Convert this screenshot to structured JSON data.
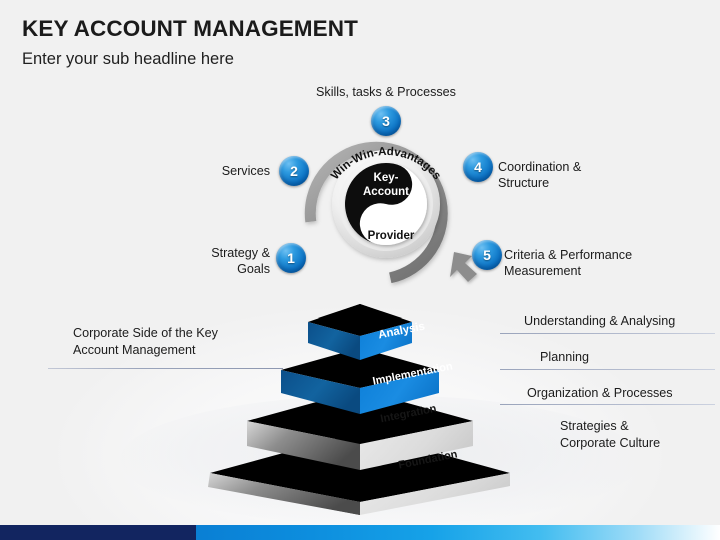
{
  "header": {
    "title": "KEY ACCOUNT MANAGEMENT",
    "subtitle": "Enter your sub headline here"
  },
  "circle": {
    "curved_label": "Win-Win-Advantages",
    "center_top": "Key-\nAccount",
    "center_top_line1": "Key-",
    "center_top_line2": "Account",
    "center_bottom": "Provider",
    "steps": [
      {
        "number": "1",
        "label": "Strategy &\nGoals",
        "label_line1": "Strategy &",
        "label_line2": "Goals",
        "side": "left"
      },
      {
        "number": "2",
        "label": "Services",
        "label_line1": "Services",
        "label_line2": "",
        "side": "left"
      },
      {
        "number": "3",
        "label": "Skills,  tasks & Processes",
        "label_line1": "Skills,  tasks & Processes",
        "label_line2": "",
        "side": "top"
      },
      {
        "number": "4",
        "label": "Coordination &\nStructure",
        "label_line1": "Coordination &",
        "label_line2": "Structure",
        "side": "right"
      },
      {
        "number": "5",
        "label": "Criteria & Performance\nMeasurement",
        "label_line1": "Criteria & Performance",
        "label_line2": "Measurement",
        "side": "right"
      }
    ]
  },
  "pyramid": {
    "tiers": [
      {
        "name": "Analysis",
        "color": "blue",
        "annotation": "Understanding & Analysing"
      },
      {
        "name": "Implementation",
        "color": "blue",
        "annotation": "Planning"
      },
      {
        "name": "Integration",
        "color": "gray",
        "annotation": "Organization & Processes"
      },
      {
        "name": "Foundation",
        "color": "gray",
        "annotation": "Strategies &\nCorporate Culture"
      }
    ],
    "annotations": [
      {
        "text": "Understanding & Analysing",
        "line1": "Understanding & Analysing",
        "line2": "",
        "underline": true
      },
      {
        "text": "Planning",
        "line1": "Planning",
        "line2": "",
        "underline": true
      },
      {
        "text": "Organization & Processes",
        "line1": "Organization & Processes",
        "line2": "",
        "underline": true
      },
      {
        "text": "Strategies & Corporate Culture",
        "line1": "Strategies &",
        "line2": "Corporate Culture",
        "underline": false
      }
    ],
    "left_note_line1": "Corporate Side of the Key",
    "left_note_line2": "Account Management"
  },
  "colors": {
    "background": "#f1f1f1",
    "accent_blue": "#0d7fd8",
    "badge_blue": "#0b72c4",
    "dark_blue": "#0b4f8a",
    "navy": "#122560",
    "ring_gray": "#8d8d8d",
    "tier_gray_light": "#e2e2e2",
    "tier_gray_dark": "#5a5a5a",
    "text": "#1c1c1c"
  }
}
